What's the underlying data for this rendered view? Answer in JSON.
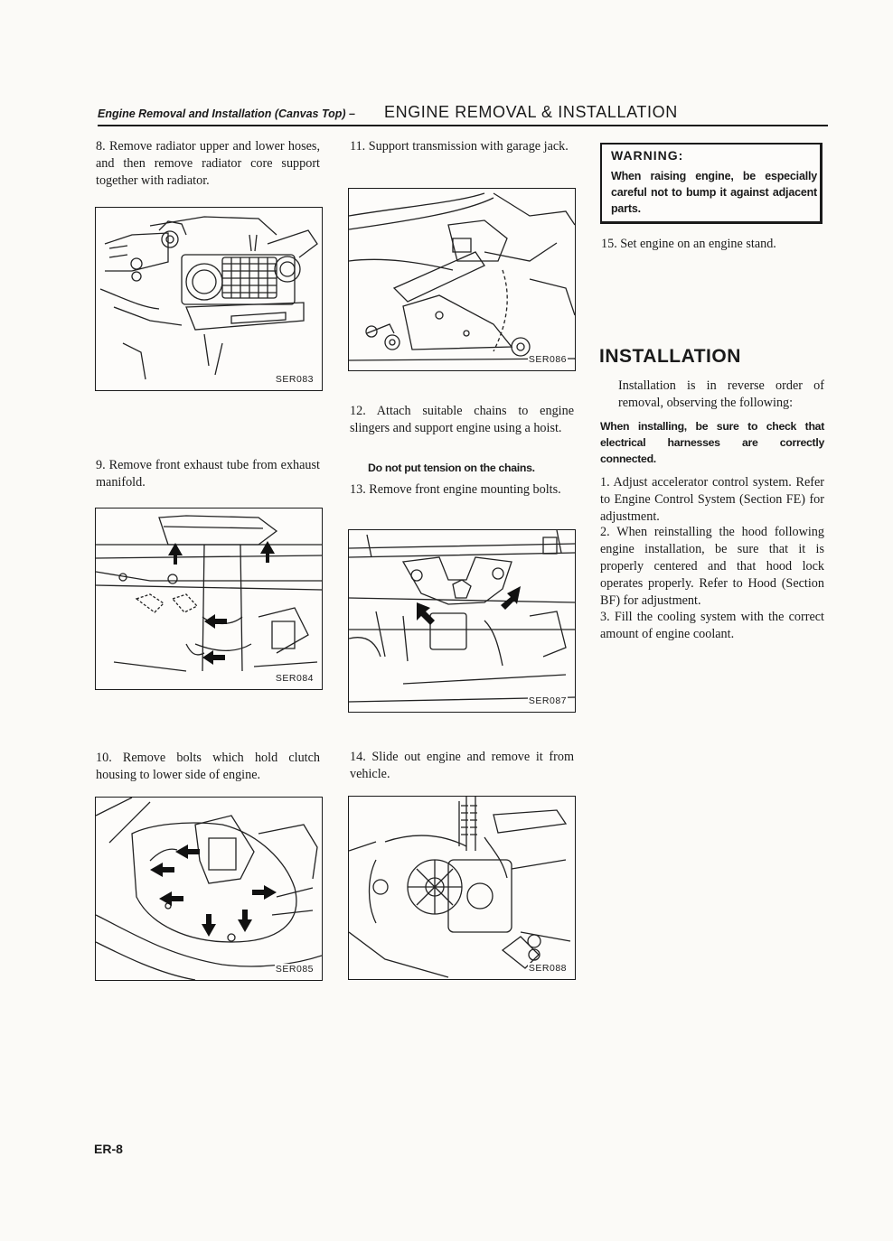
{
  "header": {
    "section": "Engine Removal and Installation (Canvas Top) –",
    "title": "ENGINE REMOVAL & INSTALLATION"
  },
  "steps": {
    "s8": "8.  Remove radiator upper and lower hoses, and then remove radiator core support together with radiator.",
    "s9": "9.  Remove front exhaust tube from exhaust manifold.",
    "s10": "10. Remove bolts which hold clutch housing to lower side of engine.",
    "s11": "11.  Support transmission with garage jack.",
    "s12": "12.  Attach suitable chains to engine slingers and support engine using a hoist.",
    "s12_note": "Do not put tension on the chains.",
    "s13": "13.  Remove front engine mounting bolts.",
    "s14": "14.  Slide out engine and remove it from vehicle.",
    "s15": "15.  Set engine on an engine stand."
  },
  "figures": {
    "f083": "SER083",
    "f084": "SER084",
    "f085": "SER085",
    "f086": "SER086",
    "f087": "SER087",
    "f088": "SER088"
  },
  "warning": {
    "title": "WARNING:",
    "text": "When raising engine, be especially careful not to bump it against adjacent parts."
  },
  "installation": {
    "heading": "INSTALLATION",
    "intro": "Installation is in reverse order of removal, observing the following:",
    "note": "When installing, be sure to check that electrical harnesses are correctly connected.",
    "items": [
      "1.  Adjust accelerator control system. Refer to Engine Control System (Section FE) for adjustment.",
      "2.  When reinstalling the hood following engine installation, be sure that it is properly centered and that hood lock operates properly. Refer to Hood (Section BF) for adjustment.",
      "3.  Fill the cooling system with the correct amount of engine coolant."
    ]
  },
  "page_number": "ER-8"
}
